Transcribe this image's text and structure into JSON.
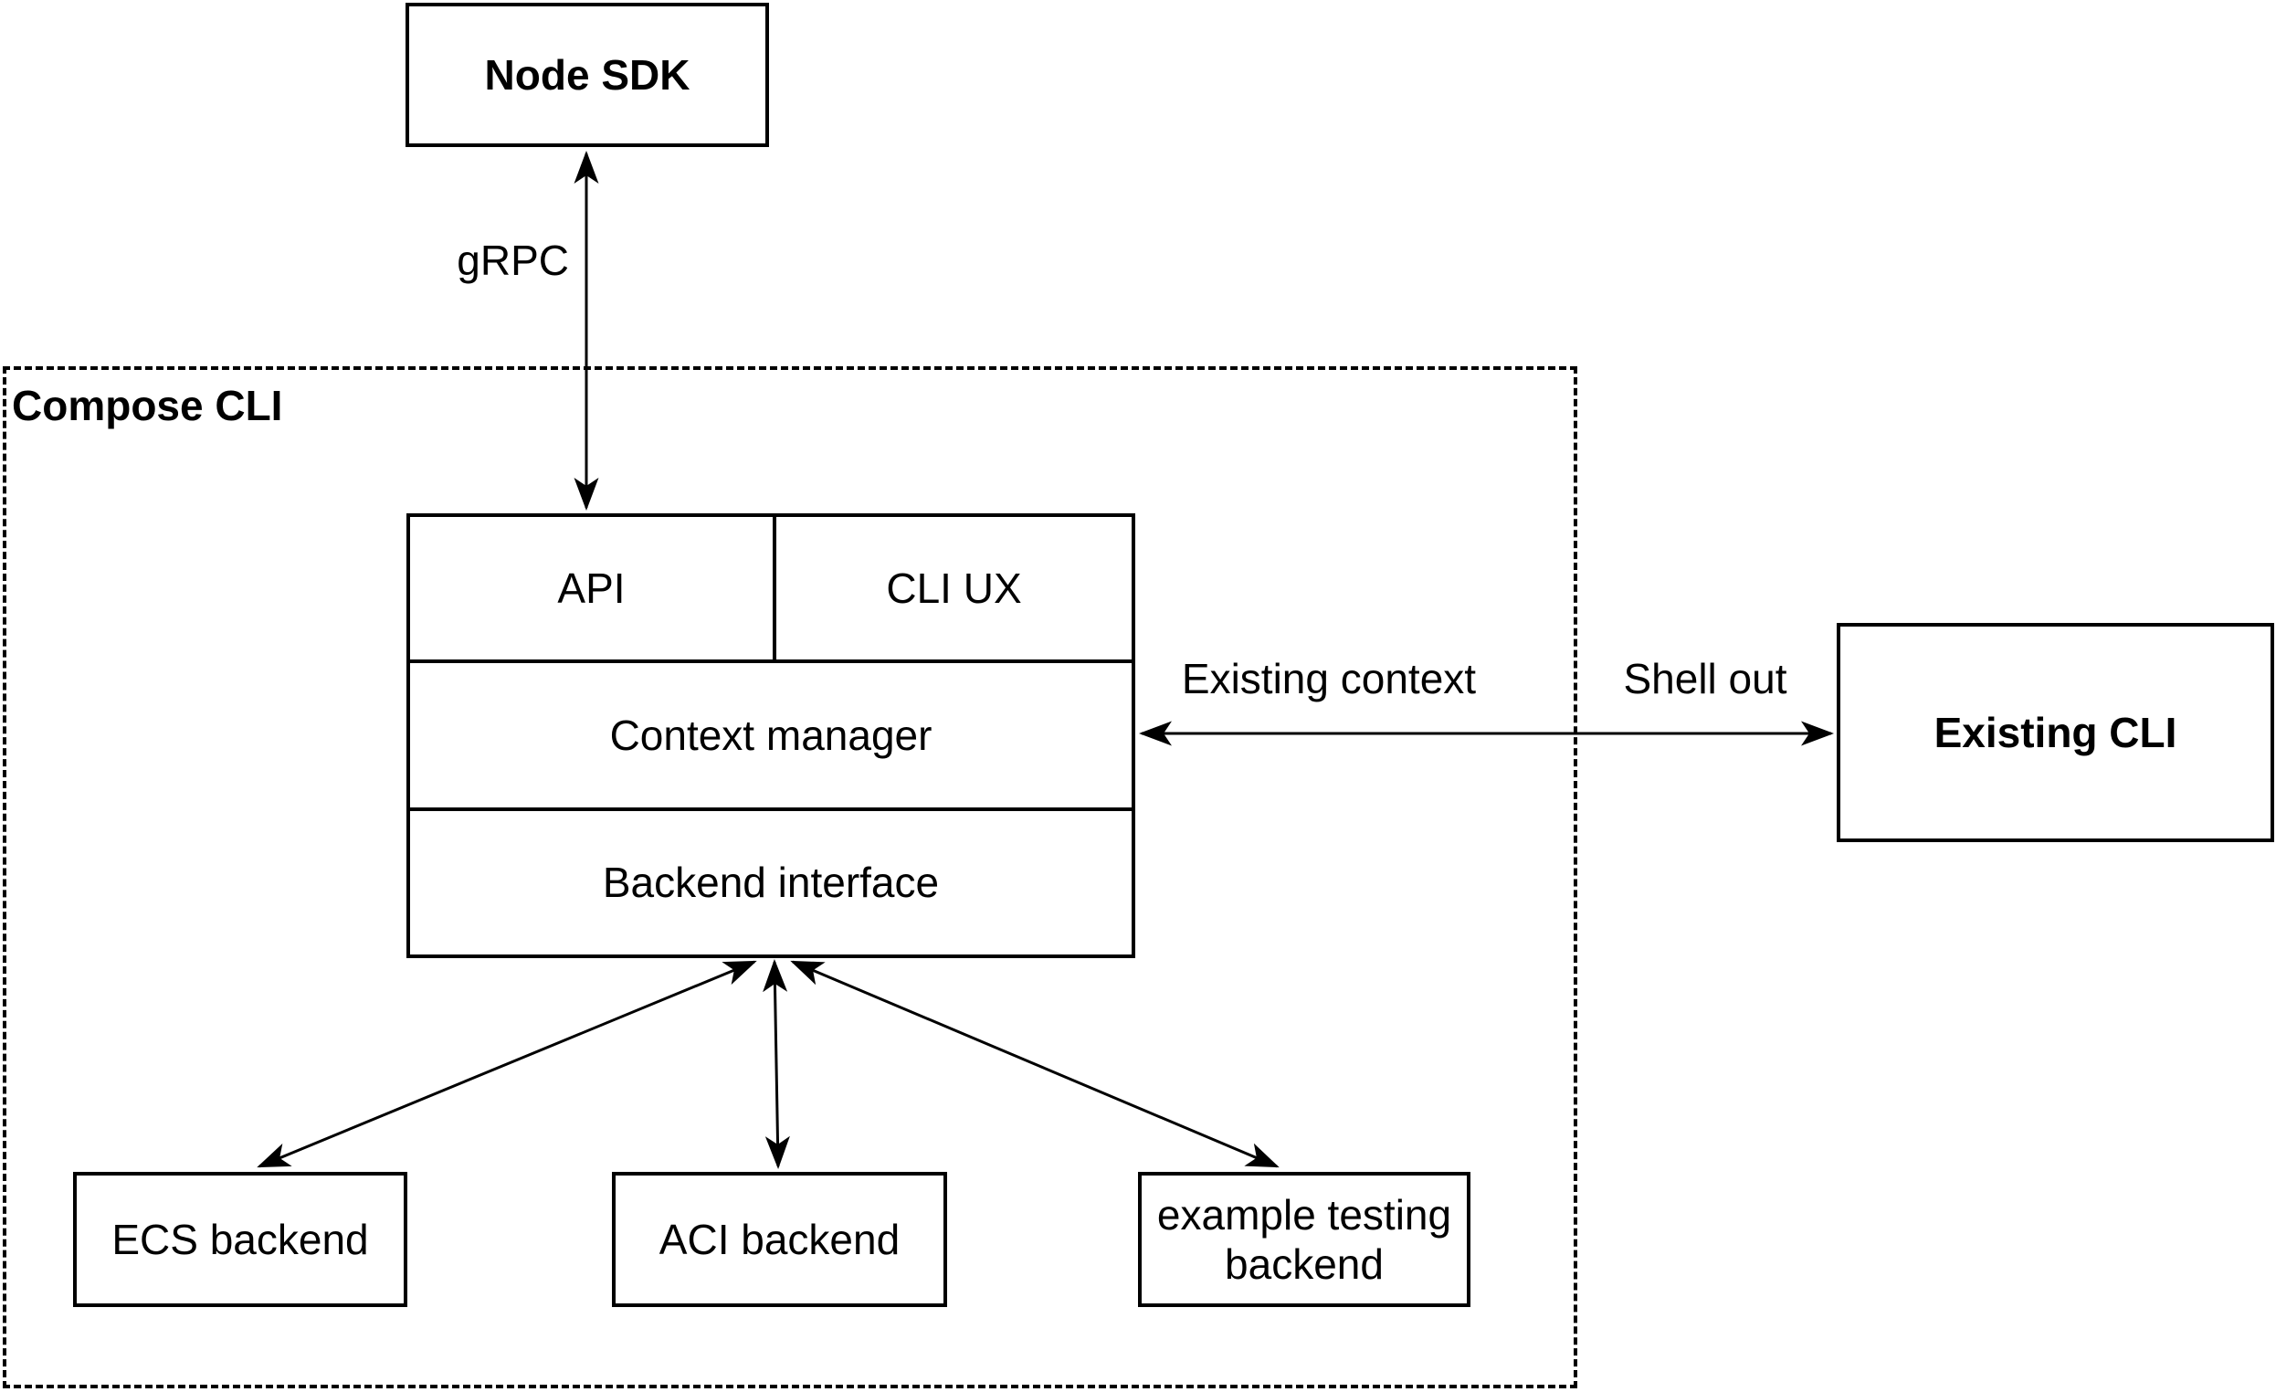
{
  "diagram": {
    "kind": "architecture-diagram",
    "colors": {
      "background": "#ffffff",
      "stroke": "#000000",
      "text": "#000000"
    },
    "nodes": {
      "node_sdk": {
        "label": "Node SDK",
        "bold": true
      },
      "compose_cli_group": {
        "label": "Compose CLI",
        "bold": true,
        "border": "dashed"
      },
      "api": {
        "label": "API"
      },
      "cli_ux": {
        "label": "CLI UX"
      },
      "context_manager": {
        "label": "Context manager"
      },
      "backend_interface": {
        "label": "Backend interface"
      },
      "existing_cli": {
        "label": "Existing CLI",
        "bold": true
      },
      "ecs_backend": {
        "label": "ECS backend"
      },
      "aci_backend": {
        "label": "ACI backend"
      },
      "example_testing_backend": {
        "label": "example testing backend"
      }
    },
    "edges": {
      "grpc": {
        "label": "gRPC",
        "from": "node_sdk",
        "to": "api",
        "direction": "both"
      },
      "existing_context": {
        "label": "Existing context",
        "from": "context_manager",
        "to": "existing_cli",
        "direction": "both"
      },
      "shell_out": {
        "label": "Shell out",
        "from": "context_manager",
        "to": "existing_cli",
        "direction": "both"
      },
      "to_ecs": {
        "from": "backend_interface",
        "to": "ecs_backend",
        "direction": "both"
      },
      "to_aci": {
        "from": "backend_interface",
        "to": "aci_backend",
        "direction": "both"
      },
      "to_example": {
        "from": "backend_interface",
        "to": "example_testing_backend",
        "direction": "both"
      }
    }
  }
}
